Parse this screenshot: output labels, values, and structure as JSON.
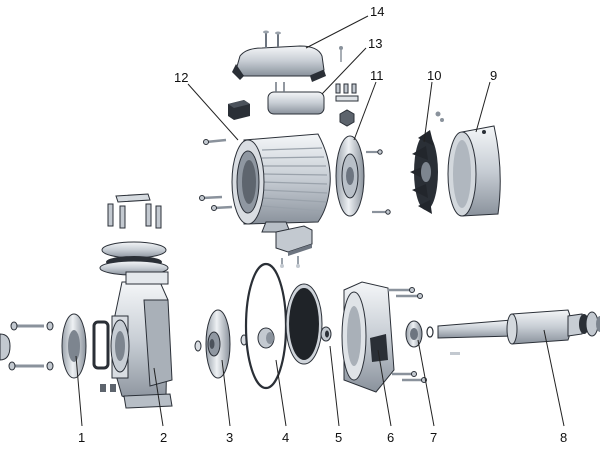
{
  "diagram": {
    "callouts": [
      {
        "id": "1",
        "label": "1"
      },
      {
        "id": "2",
        "label": "2"
      },
      {
        "id": "3",
        "label": "3"
      },
      {
        "id": "4",
        "label": "4"
      },
      {
        "id": "5",
        "label": "5"
      },
      {
        "id": "6",
        "label": "6"
      },
      {
        "id": "7",
        "label": "7"
      },
      {
        "id": "8",
        "label": "8"
      },
      {
        "id": "9",
        "label": "9"
      },
      {
        "id": "10",
        "label": "10"
      },
      {
        "id": "11",
        "label": "11"
      },
      {
        "id": "12",
        "label": "12"
      },
      {
        "id": "13",
        "label": "13"
      },
      {
        "id": "14",
        "label": "14"
      }
    ]
  },
  "colors": {
    "metal_light": "#eef1f4",
    "metal_mid": "#c3c9d0",
    "metal_dark": "#8a929c",
    "outline": "#2b3038",
    "black_part": "#23272d"
  }
}
